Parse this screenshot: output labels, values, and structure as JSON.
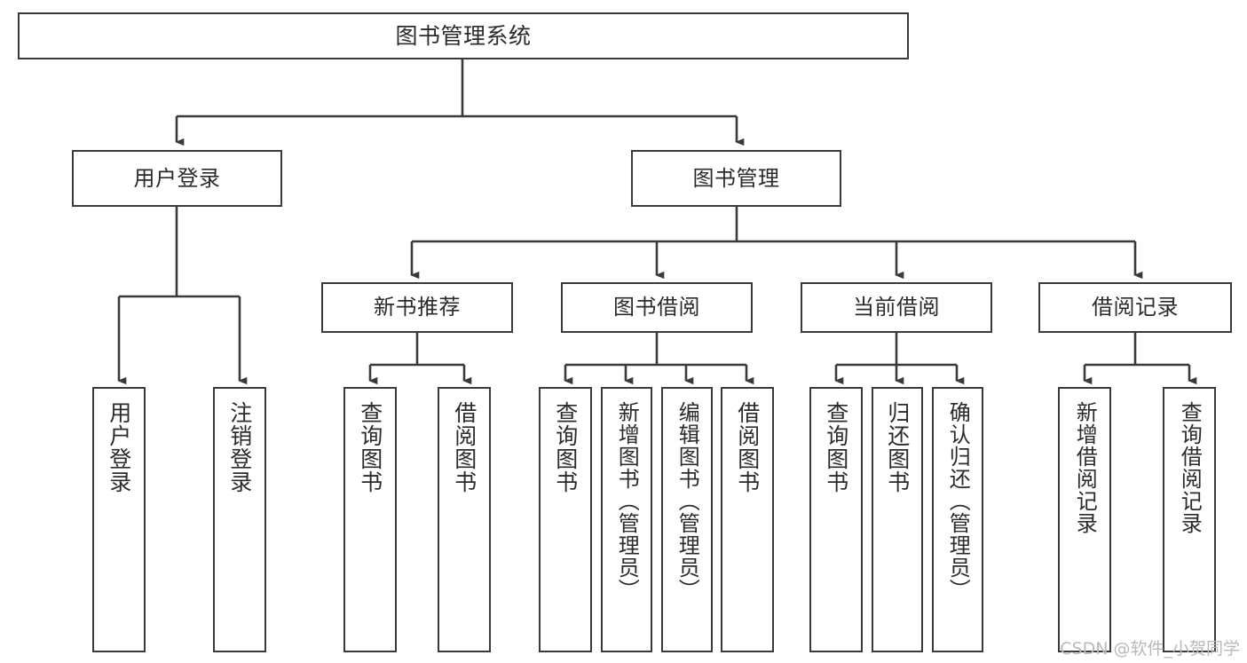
{
  "diagram": {
    "title": "图书管理系统",
    "type": "tree",
    "stroke_color": "#3a3a3a",
    "fill_color": "#ffffff",
    "text_color": "#2b2b2b"
  },
  "watermark": {
    "text": "CSDN @软件_小贺同学",
    "color": "#b9b9b9"
  },
  "nodes": {
    "root": {
      "label": "图书管理系统"
    },
    "level2": [
      {
        "label": "用户登录"
      },
      {
        "label": "图书管理"
      }
    ],
    "level3": [
      {
        "label": "新书推荐"
      },
      {
        "label": "图书借阅"
      },
      {
        "label": "当前借阅"
      },
      {
        "label": "借阅记录"
      }
    ],
    "leaves": {
      "user_login": [
        {
          "label": "用户登录"
        },
        {
          "label": "注销登录"
        }
      ],
      "new_book": [
        {
          "label": "查询图书"
        },
        {
          "label": "借阅图书"
        }
      ],
      "book_borrow": [
        {
          "label": "查询图书"
        },
        {
          "label": "新增图书（管理员）"
        },
        {
          "label": "编辑图书（管理员）"
        },
        {
          "label": "借阅图书"
        }
      ],
      "current_borrow": [
        {
          "label": "查询图书"
        },
        {
          "label": "归还图书"
        },
        {
          "label": "确认归还（管理员）"
        }
      ],
      "borrow_record": [
        {
          "label": "新增借阅记录"
        },
        {
          "label": "查询借阅记录"
        }
      ]
    }
  }
}
